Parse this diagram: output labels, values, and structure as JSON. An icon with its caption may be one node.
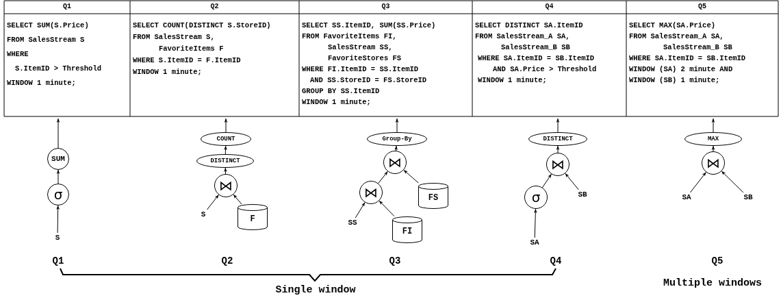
{
  "diagram": {
    "nodes": [
      {
        "text": [
          "SUM"
        ]
      },
      {
        "text": [
          "σ"
        ]
      },
      {
        "text": [
          "S"
        ]
      },
      {
        "text": [
          "COUNT"
        ]
      },
      {
        "text": [
          "DISTINCT"
        ]
      },
      {
        "text": [
          "⋈"
        ]
      },
      {
        "text": [
          "S"
        ]
      },
      {
        "text": [
          "F"
        ]
      },
      {
        "text": [
          "Group-By"
        ]
      },
      {
        "text": [
          "⋈"
        ]
      },
      {
        "text": [
          "⋈"
        ]
      },
      {
        "text": [
          "FS"
        ]
      },
      {
        "text": [
          "SS"
        ]
      },
      {
        "text": [
          "FI"
        ]
      },
      {
        "text": [
          "DISTINCT"
        ]
      },
      {
        "text": [
          "⋈"
        ]
      },
      {
        "text": [
          "σ"
        ]
      },
      {
        "text": [
          "SB"
        ]
      },
      {
        "text": [
          "SA"
        ]
      },
      {
        "text": [
          "MAX"
        ]
      },
      {
        "text": [
          "⋈"
        ]
      },
      {
        "text": [
          "SA"
        ]
      },
      {
        "text": [
          "SB"
        ]
      }
    ],
    "edges": [
      {
        "from": 0,
        "to": null,
        "arrow": "to"
      },
      {
        "from": 1,
        "to": 0,
        "arrow": "to"
      },
      {
        "from": 2,
        "to": 1,
        "arrow": "to"
      },
      {
        "from": 3,
        "to": null,
        "arrow": "to"
      },
      {
        "from": 4,
        "to": 3,
        "arrow": "to"
      },
      {
        "from": 5,
        "to": 4,
        "arrow": "to"
      },
      {
        "from": 6,
        "to": 5,
        "arrow": "to"
      },
      {
        "from": 7,
        "to": 5,
        "arrow": "to"
      },
      {
        "from": 8,
        "to": null,
        "arrow": "to"
      },
      {
        "from": 9,
        "to": 8,
        "arrow": "to"
      },
      {
        "from": 10,
        "to": 9,
        "arrow": "to"
      },
      {
        "from": 11,
        "to": 9,
        "arrow": "to"
      },
      {
        "from": 12,
        "to": 10,
        "arrow": "to"
      },
      {
        "from": 13,
        "to": 10,
        "arrow": "to"
      },
      {
        "from": 14,
        "to": null,
        "arrow": "to"
      },
      {
        "from": 15,
        "to": 14,
        "arrow": "to"
      },
      {
        "from": 16,
        "to": 15,
        "arrow": "to"
      },
      {
        "from": 17,
        "to": 15,
        "arrow": "to"
      },
      {
        "from": 18,
        "to": 16,
        "arrow": "to"
      },
      {
        "from": 19,
        "to": null,
        "arrow": "to"
      },
      {
        "from": 20,
        "to": 19,
        "arrow": "to"
      },
      {
        "from": 21,
        "to": 20,
        "arrow": "to"
      },
      {
        "from": 22,
        "to": 20,
        "arrow": "to"
      }
    ],
    "labels": [
      "Q1",
      "Q2",
      "Q3",
      "Q4",
      "Q5",
      "SELECT SUM(S.Price)",
      "FROM SalesStream S",
      "WHERE",
      "S.ItemID > Threshold",
      "WINDOW 1 minute;",
      "SELECT COUNT(DISTINCT S.StoreID)",
      "FROM SalesStream S,",
      "FavoriteItems F",
      "WHERE S.ItemID = F.ItemID",
      "WINDOW 1 minute;",
      "SELECT SS.ItemID, SUM(SS.Price)",
      "FROM FavoriteItems FI,",
      "SalesStream SS,",
      "FavoriteStores FS",
      "WHERE FI.ItemID = SS.ItemID",
      "AND SS.StoreID = FS.StoreID",
      "GROUP BY SS.ItemID",
      "WINDOW 1 minute;",
      "SELECT DISTINCT SA.ItemID",
      "FROM SalesStream_A SA,",
      "SalesStream_B SB",
      "WHERE SA.ItemID = SB.ItemID",
      "AND SA.Price > Threshold",
      "WINDOW 1 minute;",
      "SELECT MAX(SA.Price)",
      "FROM SalesStream_A SA,",
      "SalesStream_B SB",
      "WHERE SA.ItemID = SB.ItemID",
      "WINDOW (SA) 2 minute AND",
      "WINDOW (SB) 1 minute;",
      "Q1",
      "Q2",
      "Q3",
      "Q4",
      "Q5",
      "Single window",
      "Multiple windows"
    ]
  }
}
